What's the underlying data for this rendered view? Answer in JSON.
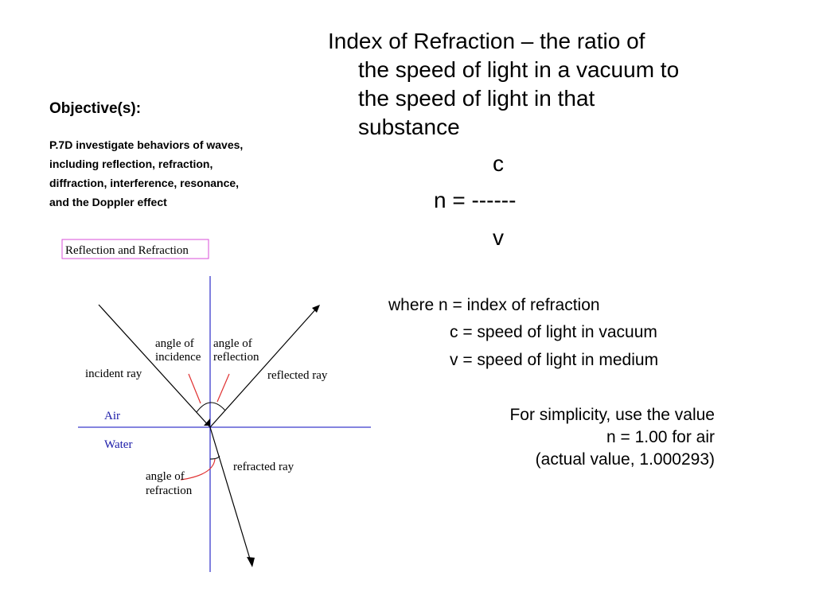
{
  "objective": {
    "heading": "Objective(s):",
    "lines": [
      "P.7D investigate behaviors of waves,",
      "including reflection, refraction,",
      "diffraction, interference, resonance,",
      "and the Doppler effect"
    ]
  },
  "definition": {
    "line1": "Index of Refraction – the ratio of",
    "line2": "the speed of light in a vacuum to",
    "line3": "the speed of light in that",
    "line4": "substance"
  },
  "formula": {
    "numerator": "c",
    "lhs": "n = ------",
    "denominator": "v"
  },
  "where": {
    "line1": "where n = index of refraction",
    "line2": "c = speed of light in vacuum",
    "line3": "v = speed of light in medium"
  },
  "simplicity": {
    "line1": "For simplicity, use the value",
    "line2": "n = 1.00 for air",
    "line3": "(actual value, 1.000293)"
  },
  "diagram": {
    "title": "Reflection and Refraction",
    "labels": {
      "angle_of_incidence_1": "angle of",
      "angle_of_incidence_2": "incidence",
      "angle_of_reflection_1": "angle of",
      "angle_of_reflection_2": "reflection",
      "incident_ray": "incident ray",
      "reflected_ray": "reflected ray",
      "air": "Air",
      "water": "Water",
      "angle_of_refraction_1": "angle of",
      "angle_of_refraction_2": "refraction",
      "refracted_ray": "refracted ray"
    },
    "colors": {
      "normal_line": "#3b3bcc",
      "surface_line": "#3b3bcc",
      "title_border": "#d94fd9",
      "angle_pointer": "#e03030",
      "medium_label": "#1a1aa8"
    }
  }
}
